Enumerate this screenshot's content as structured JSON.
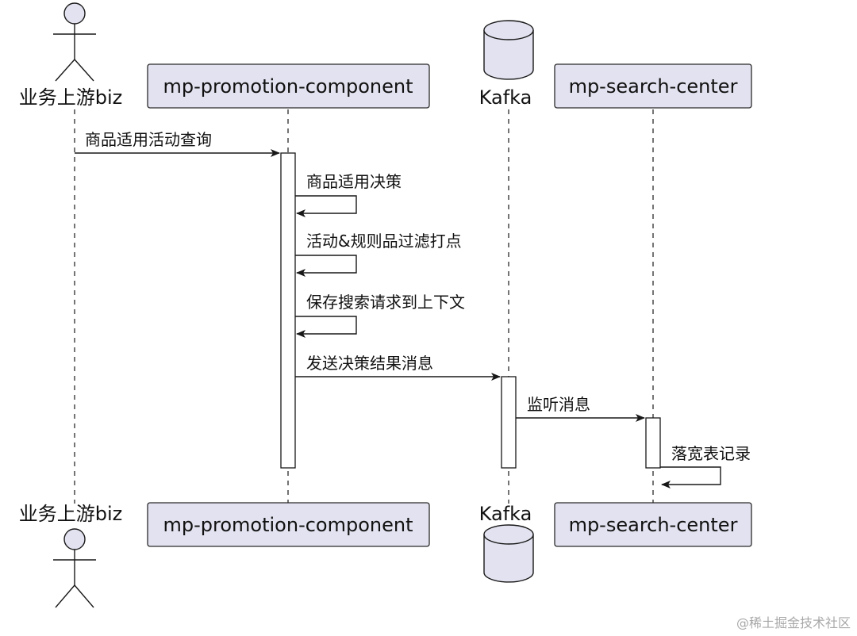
{
  "participants": {
    "biz": "业务上游biz",
    "promotion": "mp-promotion-component",
    "kafka": "Kafka",
    "search": "mp-search-center"
  },
  "messages": [
    "商品适用活动查询",
    "商品适用决策",
    "活动&规则品过滤打点",
    "保存搜索请求到上下文",
    "发送决策结果消息",
    "监听消息",
    "落宽表记录"
  ],
  "watermark": "@稀土掘金技术社区",
  "colors": {
    "participant_fill": "#e2e2f0",
    "participant_stroke": "#2b2b2b",
    "activation_fill": "#ffffff",
    "line": "#181818",
    "lifeline": "#181818",
    "watermark": "#a8a8a8"
  },
  "icons": {
    "biz": "actor-stick-figure-icon",
    "kafka": "database-cylinder-icon"
  }
}
